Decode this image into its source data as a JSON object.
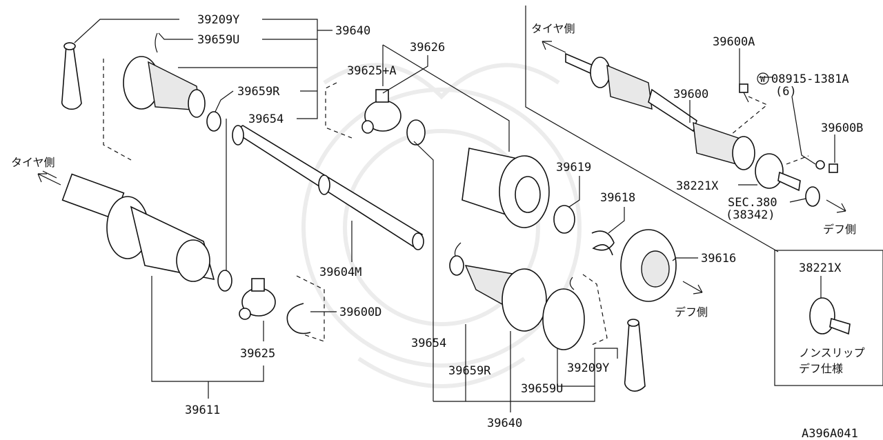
{
  "labels": {
    "l39209y_top": "39209Y",
    "l39659u_top": "39659U",
    "l39640_top": "39640",
    "l39659r_top": "39659R",
    "l39654_top": "39654",
    "l39626": "39626",
    "l39625a": "39625+A",
    "l39619": "39619",
    "l39618": "39618",
    "l39616": "39616",
    "l39604m": "39604M",
    "l39600d": "39600D",
    "l39625": "39625",
    "l39611": "39611",
    "l39654_bot": "39654",
    "l39659r_bot": "39659R",
    "l39209y_bot": "39209Y",
    "l39659u_bot": "39659U",
    "l39640_bot": "39640",
    "l39600a": "39600A",
    "l08915": "08915-1381A",
    "l08915_qty": "(6)",
    "l39600": "39600",
    "l39600b": "39600B",
    "l38221x": "38221X",
    "lsec380": "SEC.380",
    "l38342": "(38342)",
    "l38221x_inset": "38221X",
    "ref_code": "A396A041"
  },
  "notes": {
    "tire_side_left": "タイヤ側",
    "tire_side_right": "タイヤ側",
    "diff_side_mid": "デフ側",
    "diff_side_right": "デフ側",
    "nonslip_line1": "ノンスリップ",
    "nonslip_line2": "デフ仕様",
    "washer_mark": "W"
  }
}
